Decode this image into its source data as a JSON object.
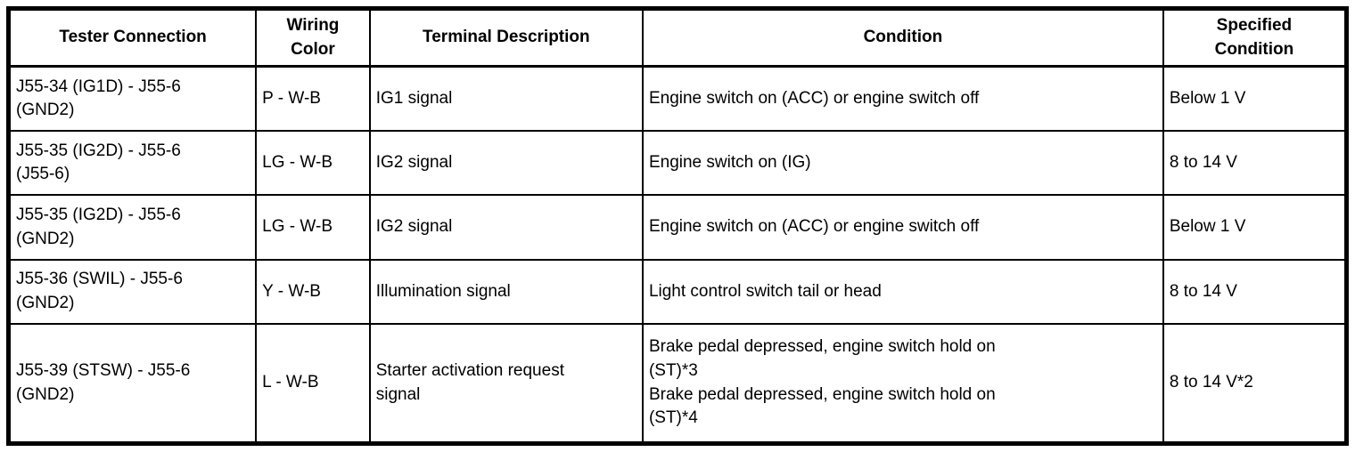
{
  "table": {
    "colors": {
      "border": "#000000",
      "text": "#000000",
      "background": "#ffffff"
    },
    "columns": [
      {
        "label": "Tester Connection"
      },
      {
        "label": "Wiring\nColor"
      },
      {
        "label": "Terminal Description"
      },
      {
        "label": "Condition"
      },
      {
        "label": "Specified\nCondition"
      }
    ],
    "rows": [
      {
        "tester_connection": "J55-34 (IG1D) - J55-6\n(GND2)",
        "wiring_color": "P - W-B",
        "terminal_description": "IG1 signal",
        "condition": "Engine switch on (ACC) or engine switch off",
        "specified_condition": "Below 1 V"
      },
      {
        "tester_connection": "J55-35 (IG2D) - J55-6\n(J55-6)",
        "wiring_color": "LG - W-B",
        "terminal_description": "IG2 signal",
        "condition": "Engine switch on (IG)",
        "specified_condition": "8 to 14 V"
      },
      {
        "tester_connection": "J55-35 (IG2D) - J55-6\n(GND2)",
        "wiring_color": "LG - W-B",
        "terminal_description": "IG2 signal",
        "condition": "Engine switch on (ACC) or engine switch off",
        "specified_condition": "Below 1 V"
      },
      {
        "tester_connection": "J55-36 (SWIL) - J55-6\n(GND2)",
        "wiring_color": "Y - W-B",
        "terminal_description": "Illumination signal",
        "condition": "Light control switch tail or head",
        "specified_condition": "8 to 14 V"
      },
      {
        "tester_connection": "J55-39 (STSW) - J55-6\n(GND2)",
        "wiring_color": "L - W-B",
        "terminal_description": "Starter activation request\nsignal",
        "condition": "Brake pedal depressed, engine switch hold on\n(ST)*3\nBrake pedal depressed, engine switch hold on\n(ST)*4",
        "specified_condition": "8 to 14 V*2"
      }
    ]
  }
}
